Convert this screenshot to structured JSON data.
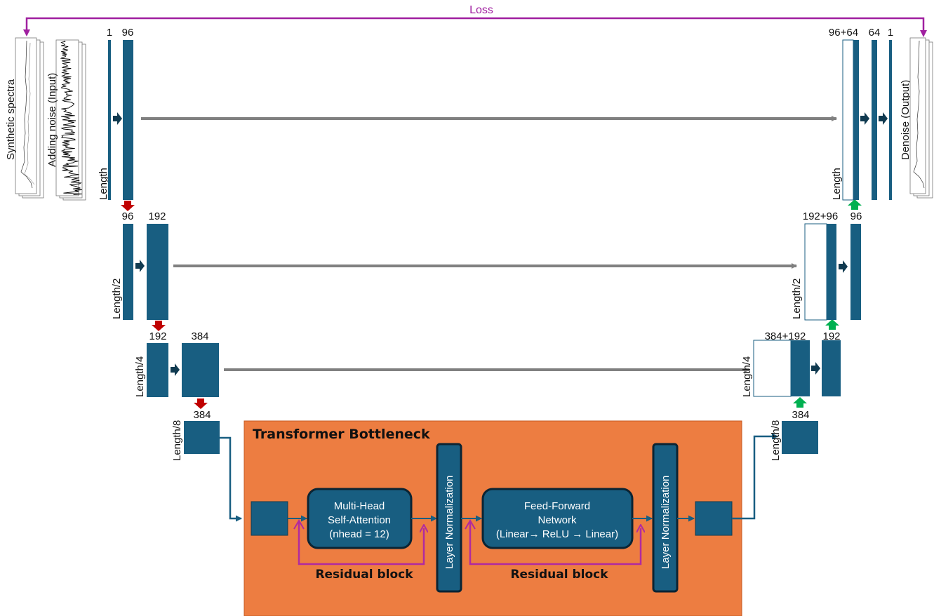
{
  "loss_label": "Loss",
  "input": {
    "synthetic_label": "Synthetic spectra",
    "noise_label": "Adding noise (Input)"
  },
  "output": {
    "denoise_label": "Denoise (Output)"
  },
  "encoder": {
    "level1": {
      "channels_in": "1",
      "channels_out": "96",
      "length": "Length"
    },
    "level2": {
      "channels_in": "96",
      "channels_out": "192",
      "length": "Length/2"
    },
    "level3": {
      "channels_in": "192",
      "channels_out": "384",
      "length": "Length/4"
    },
    "level4": {
      "channels": "384",
      "length": "Length/8"
    }
  },
  "decoder": {
    "level1": {
      "concat": "96+64",
      "mid": "64",
      "out": "1",
      "length": "Length"
    },
    "level2": {
      "concat": "192+96",
      "out": "96",
      "length": "Length/2"
    },
    "level3": {
      "concat": "384+192",
      "out": "192",
      "length": "Length/4"
    },
    "level4": {
      "channels": "384",
      "length": "Length/8"
    }
  },
  "bottleneck": {
    "title": "Transformer Bottleneck",
    "attention": {
      "line1": "Multi-Head",
      "line2": "Self-Attention",
      "line3": "(nhead = 12)"
    },
    "layer_norm_label": "Layer Normalization",
    "ffn": {
      "line1": "Feed-Forward",
      "line2": "Network",
      "line3": "(Linear→ ReLU → Linear)"
    },
    "residual_label": "Residual block"
  },
  "colors": {
    "block": "#185e81",
    "block_dark": "#103a50",
    "skip_arrow": "#808080",
    "down_arrow": "#c00000",
    "up_arrow": "#00b050",
    "loss": "#a020a0",
    "residual": "#b02aa0",
    "bottleneck_bg": "#ed7d41"
  }
}
